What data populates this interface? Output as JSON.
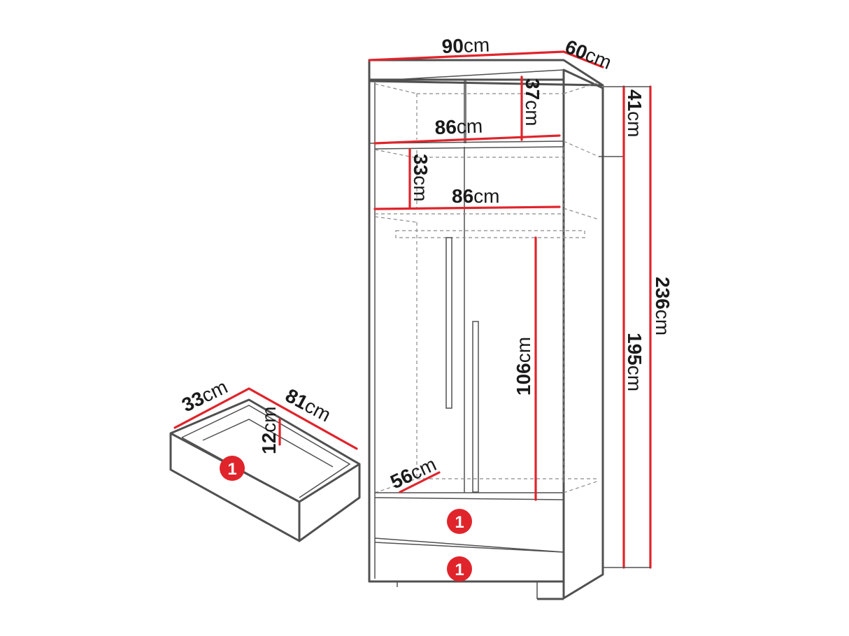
{
  "dimensions": {
    "width": {
      "num": "90",
      "unit": "cm"
    },
    "depth": {
      "num": "60",
      "unit": "cm"
    },
    "top_inner_width": {
      "num": "86",
      "unit": "cm"
    },
    "top_compartment_height": {
      "num": "37",
      "unit": "cm"
    },
    "top_section_height": {
      "num": "41",
      "unit": "cm"
    },
    "middle_inner_width": {
      "num": "86",
      "unit": "cm"
    },
    "middle_compartment_height": {
      "num": "33",
      "unit": "cm"
    },
    "total_height": {
      "num": "236",
      "unit": "cm"
    },
    "lower_section_height": {
      "num": "195",
      "unit": "cm"
    },
    "hanging_height": {
      "num": "106",
      "unit": "cm"
    },
    "inner_depth": {
      "num": "56",
      "unit": "cm"
    },
    "drawer_depth": {
      "num": "33",
      "unit": "cm"
    },
    "drawer_width": {
      "num": "81",
      "unit": "cm"
    },
    "drawer_height": {
      "num": "12",
      "unit": "cm"
    }
  },
  "badges": {
    "drawer_detail": "1",
    "drawer_top": "1",
    "drawer_bottom": "1"
  },
  "colors": {
    "dimension_line": "#e0242b",
    "outline": "#505050",
    "badge": "#e0242b"
  }
}
